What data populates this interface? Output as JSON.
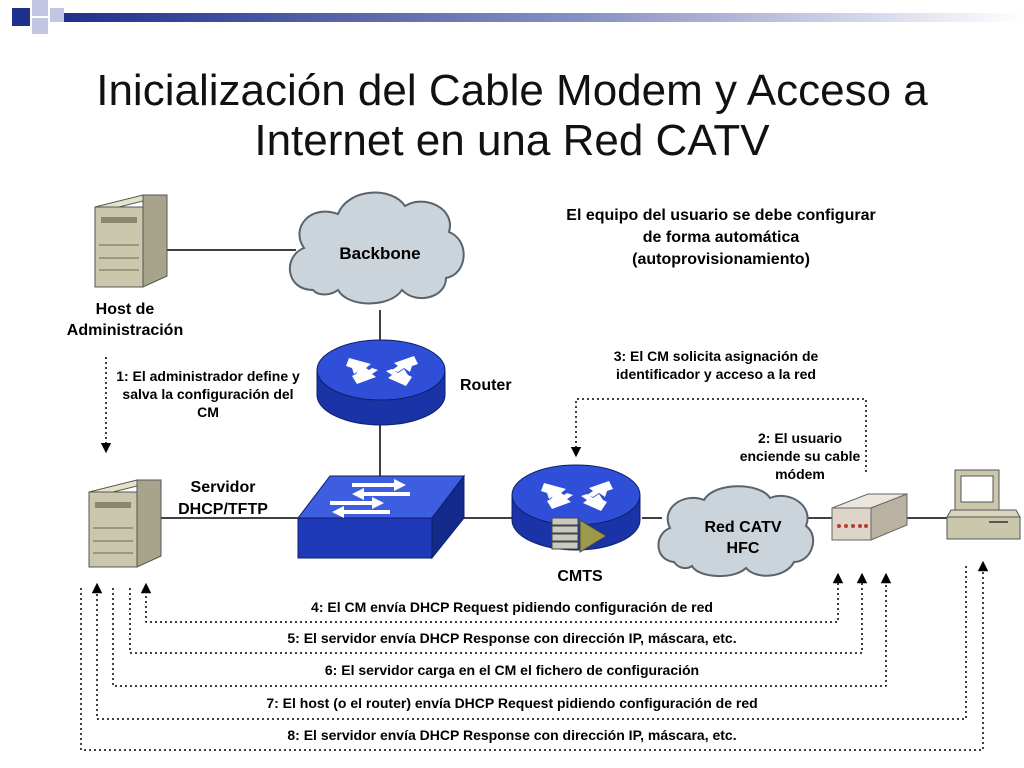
{
  "slide": {
    "title": "Inicialización del Cable Modem y Acceso a Internet en una Red CATV"
  },
  "diagram": {
    "nodes": {
      "host_label": "Host de Administración",
      "backbone_label": "Backbone",
      "router_label": "Router",
      "server_label": "Servidor DHCP/TFTP",
      "cmts_label": "CMTS",
      "catv_label": "Red CATV HFC"
    },
    "notes": {
      "auto_provision": "El equipo del usuario se debe configurar de forma automática (autoprovisionamiento)",
      "step1": "1: El administrador define y salva la configuración del CM",
      "step2": "2: El usuario enciende su cable módem",
      "step3": "3: El CM solicita asignación de identificador y acceso a la red"
    },
    "steps": [
      "4: El CM envía DHCP Request pidiendo configuración de red",
      "5: El servidor envía DHCP Response con dirección IP, máscara, etc.",
      "6: El servidor carga en el CM el fichero de configuración",
      "7: El host (o el router) envía DHCP Request pidiendo configuración de red",
      "8: El servidor envía DHCP Response con dirección IP, máscara, etc."
    ]
  },
  "colors": {
    "accent": "#1f3f99",
    "device_blue": "#2f4fd8",
    "cloud": "#c9d2da",
    "server": "#c7c4a9"
  }
}
